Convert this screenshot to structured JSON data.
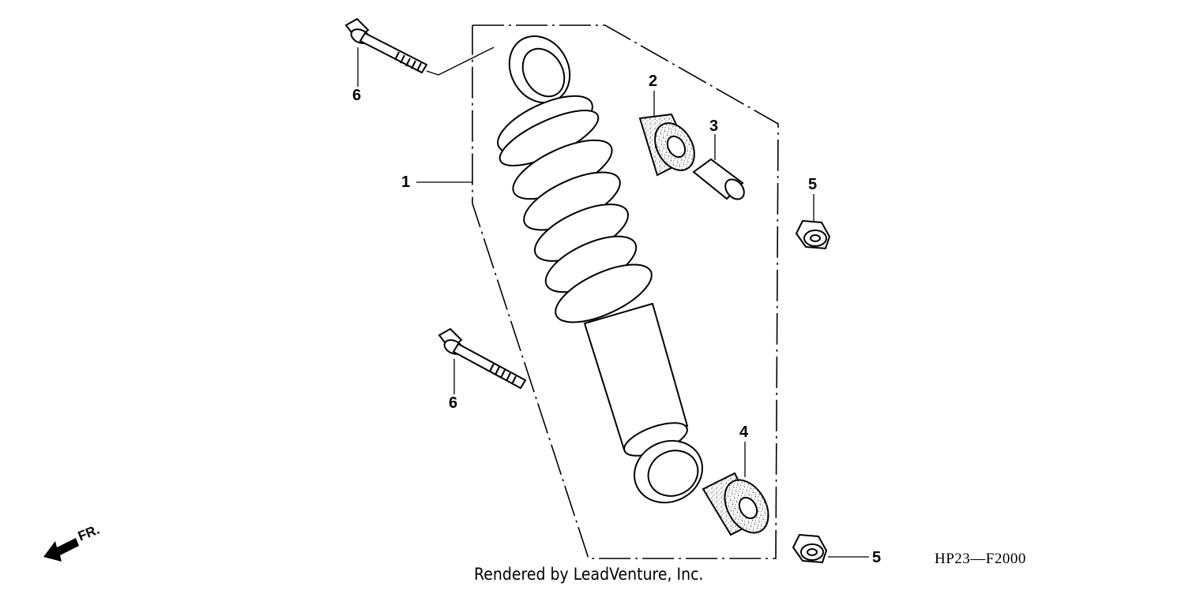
{
  "callouts": {
    "c1": "1",
    "c2": "2",
    "c3": "3",
    "c4": "4",
    "c5a": "5",
    "c5b": "5",
    "c6a": "6",
    "c6b": "6"
  },
  "diagram_code": "HP23—F2000",
  "direction_label": "FR.",
  "footer_text": "Rendered by LeadVenture, Inc."
}
